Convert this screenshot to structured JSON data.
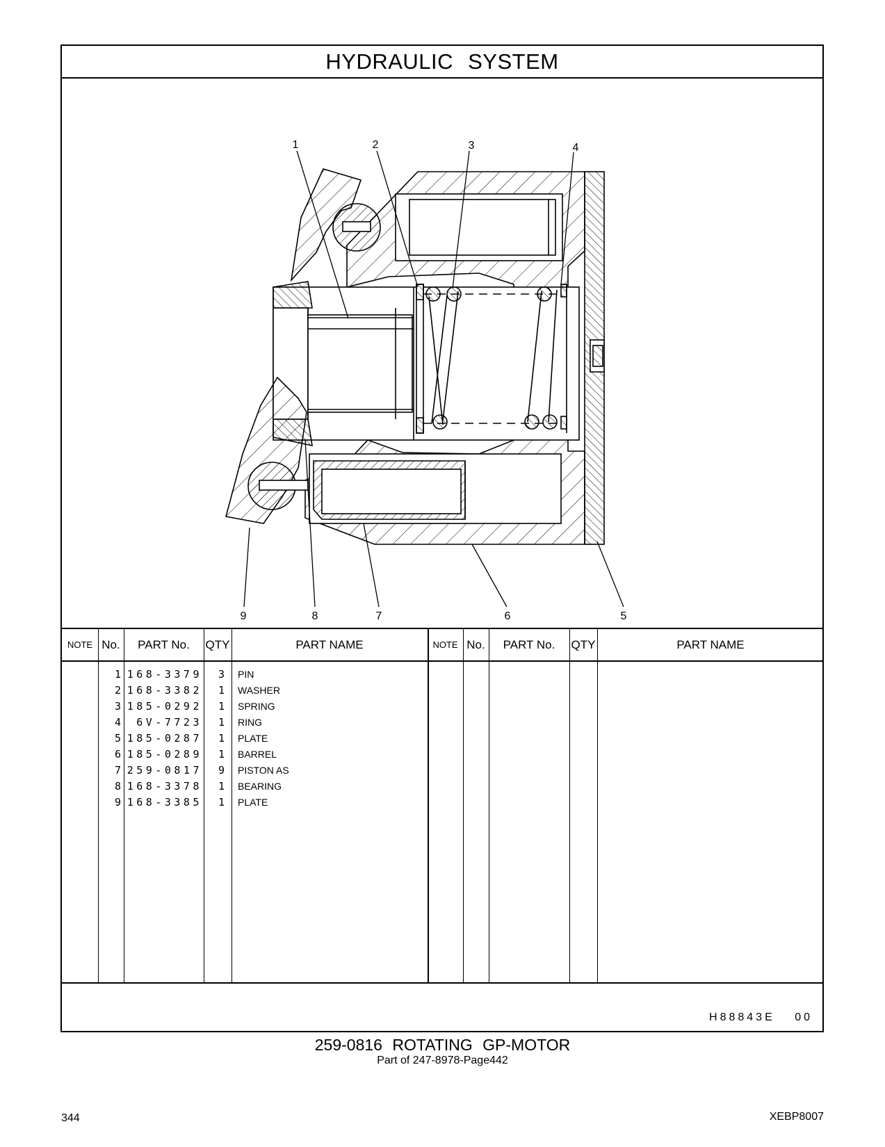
{
  "header": {
    "title": "HYDRAULIC   SYSTEM"
  },
  "diagram": {
    "callouts": [
      "1",
      "2",
      "3",
      "4",
      "5",
      "6",
      "7",
      "8",
      "9"
    ]
  },
  "table": {
    "headers": [
      "NOTE",
      "No.",
      "PART No.",
      "QTY",
      "PART NAME",
      "NOTE",
      "No.",
      "PART No.",
      "QTY",
      "PART NAME"
    ],
    "rows": [
      {
        "no": "1",
        "part_no": "168-3379",
        "qty": "3",
        "name": "PIN"
      },
      {
        "no": "2",
        "part_no": "168-3382",
        "qty": "1",
        "name": "WASHER"
      },
      {
        "no": "3",
        "part_no": "185-0292",
        "qty": "1",
        "name": "SPRING"
      },
      {
        "no": "4",
        "part_no": "6V-7723",
        "qty": "1",
        "name": "RING"
      },
      {
        "no": "5",
        "part_no": "185-0287",
        "qty": "1",
        "name": "PLATE"
      },
      {
        "no": "6",
        "part_no": "185-0289",
        "qty": "1",
        "name": "BARREL"
      },
      {
        "no": "7",
        "part_no": "259-0817",
        "qty": "9",
        "name": "PISTON AS"
      },
      {
        "no": "8",
        "part_no": "168-3378",
        "qty": "1",
        "name": "BEARING"
      },
      {
        "no": "9",
        "part_no": "168-3385",
        "qty": "1",
        "name": "PLATE"
      }
    ]
  },
  "illustration_code": "H88843E 00",
  "caption": {
    "main": "259-0816  ROTATING  GP-MOTOR",
    "sub": "Part of 247-8978-Page442"
  },
  "footer": {
    "page_number": "344",
    "doc_id": "XEBP8007"
  }
}
